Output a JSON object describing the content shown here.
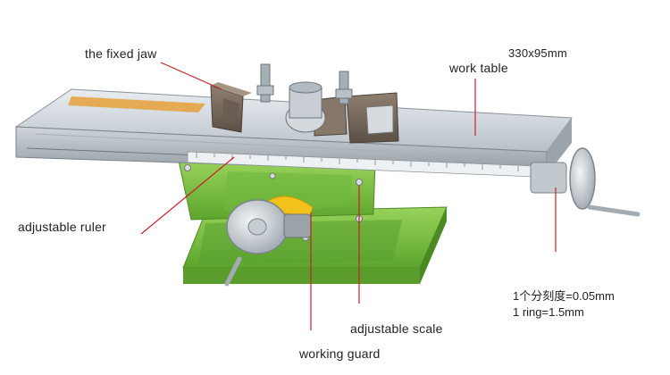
{
  "annotations": {
    "fixed_jaw": "the fixed jaw",
    "dimension": "330x95mm",
    "work_table": "work table",
    "adjustable_ruler": "adjustable ruler",
    "adjustable_scale": "adjustable scale",
    "working_guard": "working guard",
    "spec_line_1": "1个分刻度=0.05mm",
    "spec_line_2": "1 ring=1.5mm"
  },
  "colors": {
    "leader_line": "#c8202a",
    "base_green": "#7fc241",
    "metal": "#c9cfd6",
    "jaw": "#7a6b5c"
  }
}
